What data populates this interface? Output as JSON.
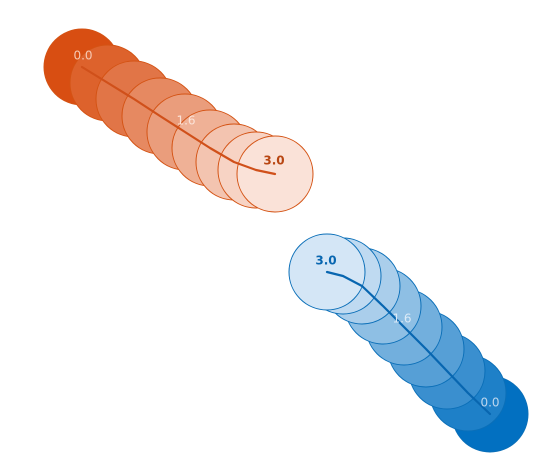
{
  "diagram": {
    "trajectories": [
      {
        "id": "orange",
        "fill_start": "#d84e12",
        "fill_end": "#fae2d8",
        "stroke": "#d45314",
        "line_color": "#d0501a",
        "steps": [
          {
            "t": 0.0,
            "p": [
              82,
              67
            ]
          },
          {
            "t": 0.4,
            "p": [
              108,
              83
            ]
          },
          {
            "t": 0.8,
            "p": [
              134,
              99
            ]
          },
          {
            "t": 1.2,
            "p": [
              160,
              116
            ]
          },
          {
            "t": 1.6,
            "p": [
              185,
              132
            ]
          },
          {
            "t": 2.0,
            "p": [
              210,
              148
            ]
          },
          {
            "t": 2.4,
            "p": [
              234,
              162
            ]
          },
          {
            "t": 2.7,
            "p": [
              256,
              170
            ]
          },
          {
            "t": 3.0,
            "p": [
              275,
              174
            ]
          }
        ],
        "labels": [
          {
            "text": "0.0",
            "at": [
              83,
              56
            ],
            "color": "#f6c9b3",
            "bold": false
          },
          {
            "text": "1.6",
            "at": [
              186,
              121
            ],
            "color": "#fbe3d8",
            "bold": false
          },
          {
            "text": "3.0",
            "at": [
              274,
              161
            ],
            "color": "#b84612",
            "bold": true
          }
        ]
      },
      {
        "id": "blue",
        "fill_start": "#0270c1",
        "fill_end": "#d4e6f6",
        "stroke": "#0b6fb8",
        "line_color": "#0866b0",
        "steps": [
          {
            "t": 0.0,
            "p": [
              490,
              414
            ]
          },
          {
            "t": 0.4,
            "p": [
              468,
              393
            ]
          },
          {
            "t": 0.8,
            "p": [
              447,
              371
            ]
          },
          {
            "t": 1.2,
            "p": [
              426,
              349
            ]
          },
          {
            "t": 1.6,
            "p": [
              404,
              327
            ]
          },
          {
            "t": 2.0,
            "p": [
              383,
              306
            ]
          },
          {
            "t": 2.4,
            "p": [
              362,
              286
            ]
          },
          {
            "t": 2.7,
            "p": [
              343,
              276
            ]
          },
          {
            "t": 3.0,
            "p": [
              327,
              272
            ]
          }
        ],
        "labels": [
          {
            "text": "0.0",
            "at": [
              490,
              403
            ],
            "color": "#bcd6ee",
            "bold": false
          },
          {
            "text": "1.6",
            "at": [
              402,
              319
            ],
            "color": "#dbeaf7",
            "bold": false
          },
          {
            "text": "3.0",
            "at": [
              326,
              261
            ],
            "color": "#0866b0",
            "bold": true
          }
        ]
      }
    ]
  }
}
